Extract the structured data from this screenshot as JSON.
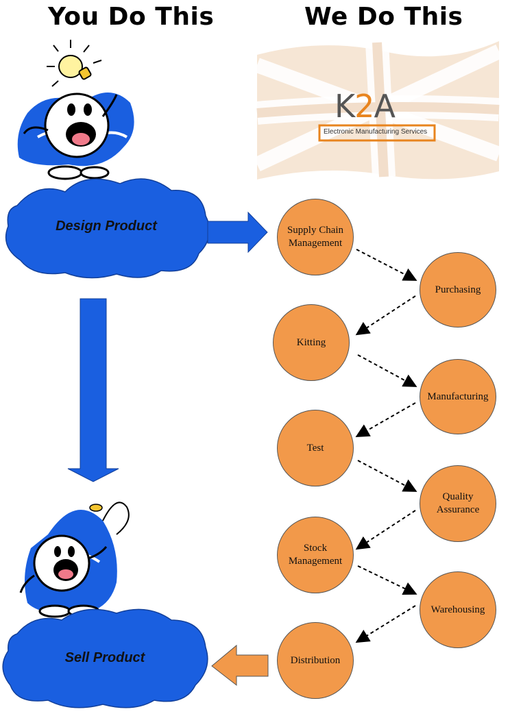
{
  "left_heading": "You Do This",
  "right_heading": "We Do This",
  "logo": {
    "brand_left": "K",
    "brand_mid": "2",
    "brand_right": "A",
    "tagline": "Electronic Manufacturing Services"
  },
  "clouds": {
    "design": "Design Product",
    "sell": "Sell Product"
  },
  "steps": [
    "Supply Chain\nManagement",
    "Purchasing",
    "Kitting",
    "Manufacturing",
    "Test",
    "Quality\nAssurance",
    "Stock\nManagement",
    "Warehousing",
    "Distribution"
  ],
  "colors": {
    "cloud": "#1a5fe0",
    "arrow_blue": "#1a5fe0",
    "arrow_orange": "#f2994a",
    "step_fill": "#f2994a",
    "flag_tint": "#f0dcc6",
    "logo_orange": "#e8841e"
  }
}
